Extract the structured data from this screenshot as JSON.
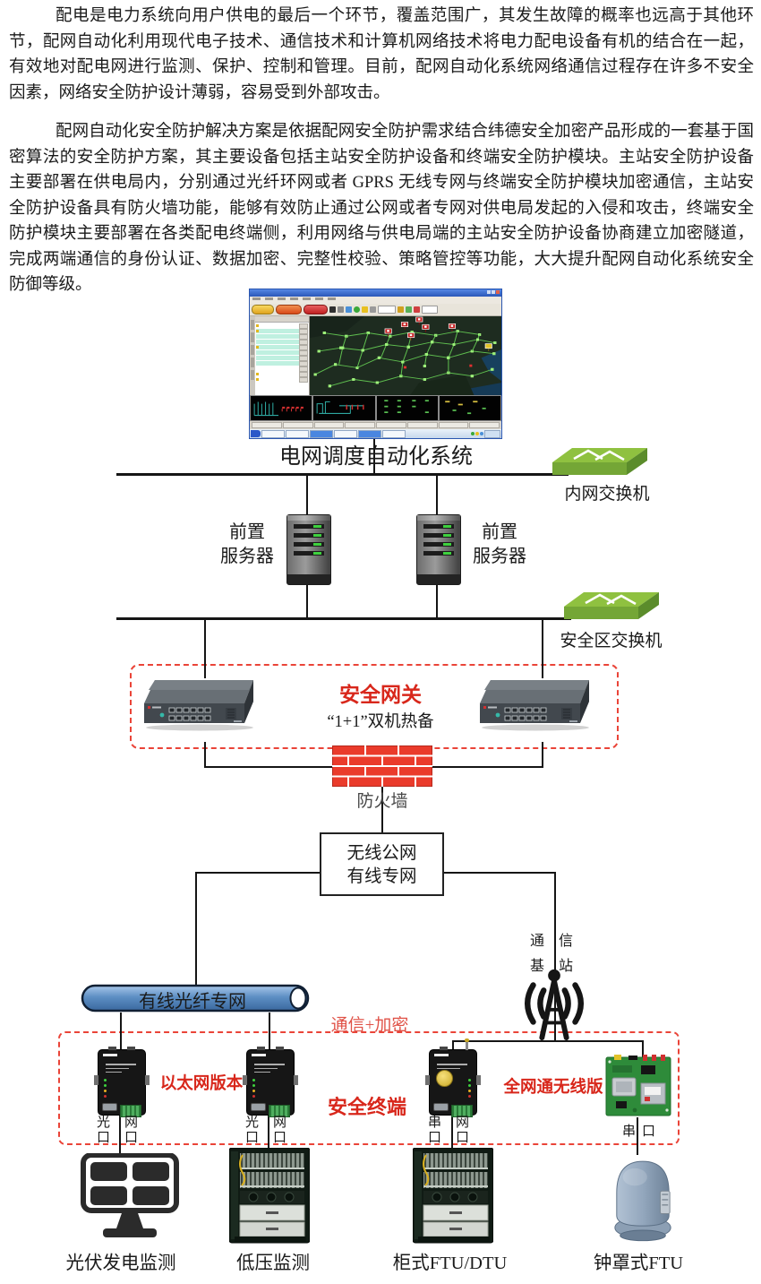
{
  "intro": {
    "paragraph1": "配电是电力系统向用户供电的最后一个环节，覆盖范围广，其发生故障的概率也远高于其他环节，配网自动化利用现代电子技术、通信技术和计算机网络技术将电力配电设备有机的结合在一起，有效地对配电网进行监测、保护、控制和管理。目前，配网自动化系统网络通信过程存在许多不安全因素，网络安全防护设计薄弱，容易受到外部攻击。",
    "paragraph2": "配网自动化安全防护解决方案是依据配网安全防护需求结合纬德安全加密产品形成的一套基于国密算法的安全防护方案，其主要设备包括主站安全防护设备和终端安全防护模块。主站安全防护设备主要部署在供电局内，分别通过光纤环网或者 GPRS 无线专网与终端安全防护模块加密通信，主站安全防护设备具有防火墙功能，能够有效防止通过公网或者专网对供电局发起的入侵和攻击，终端安全防护模块主要部署在各类配电终端侧，利用网络与供电局端的主站安全防护设备协商建立加密隧道，完成两端通信的身份认证、数据加密、完整性校验、策略管控等功能，大大提升配网自动化系统安全防御等级。"
  },
  "scada": {
    "caption": "电网调度自动化系统"
  },
  "main_station": {
    "intranet_switch_label": "内网交换机",
    "front_server_line1": "前置",
    "front_server_line2": "服务器",
    "security_zone_switch_label": "安全区交换机",
    "gateway_title": "安全网关",
    "gateway_subtitle": "“1+1”双机热备",
    "firewall_label": "防火墙"
  },
  "network": {
    "channel_box_line1": "无线公网",
    "channel_box_line2": "有线专网",
    "base_station_chars": [
      "通",
      "信",
      "基",
      "站"
    ],
    "fiber_label": "有线光纤专网",
    "comm_encrypt_label": "通信+加密"
  },
  "terminal_zone": {
    "ethernet_version_label": "以太网版本",
    "zone_title": "安全终端",
    "wireless_version_label": "全网通无线版",
    "port_optical": "光口",
    "port_net": "网口",
    "port_serial": "串口"
  },
  "field_devices": {
    "pv_label": "光伏发电监测",
    "lv_label": "低压监测",
    "ftu_cabinet_label": "柜式FTU/DTU",
    "ftu_bell_label": "钟罩式FTU"
  },
  "colors": {
    "accent_red": "#d8271b",
    "dashed_red": "#ea4438",
    "switch_green": "#8fc140",
    "firewall_red": "#ea3b2b",
    "pipe_blue": "#5d8fc4",
    "pcb_green": "#2e8b3a"
  }
}
